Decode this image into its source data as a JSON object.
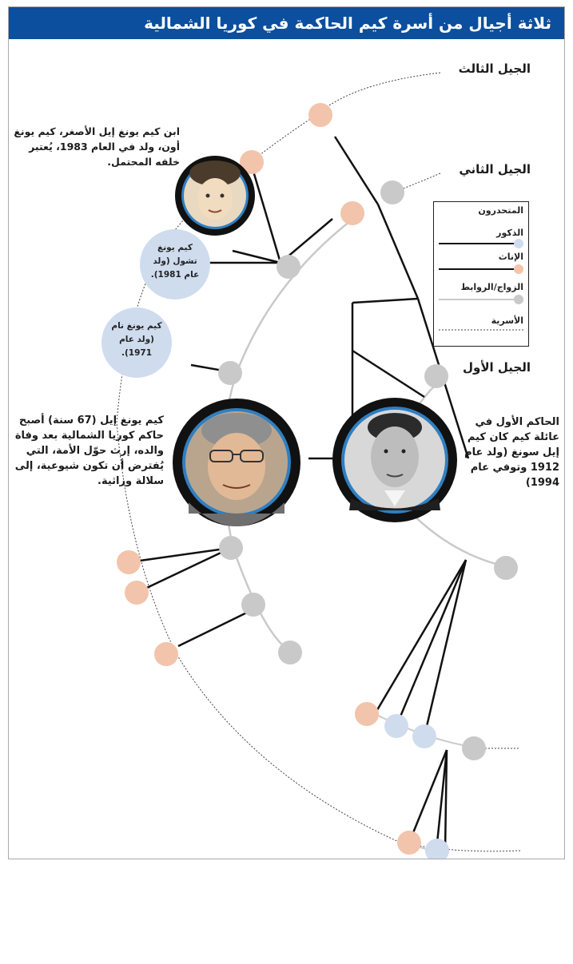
{
  "title": "ثلاثة أجيال من أسرة كيم الحاكمة في كوريا الشمالية",
  "generations": {
    "third": "الجيل الثالث",
    "second": "الجيل الثاني",
    "first": "الجيل الأول"
  },
  "legend": {
    "heading": "المتحدرون",
    "males": "الذكور",
    "females": "الإناث",
    "marriage": "الزواج/الروابط",
    "family": "الأسرية"
  },
  "notes": {
    "kim_jong_un": "ابن كيم يونغ إيل الأصغر، كيم يونغ أون، ولد في العام 1983، يُعتبر خلفه المحتمل.",
    "kim_jong_chol": "كيم يونغ تشول (ولد عام 1981).",
    "kim_jong_nam": "كيم يونغ نام (ولد عام 1971).",
    "kim_jong_il": "كيم يونغ إيل (67 سنة) أصبح حاكم كوريا الشمالية بعد وفاة والده، إرث حوّل الأمة، التي يُفترض أن تكون شيوعية، إلى سلالة وراثية.",
    "kim_il_sung": "الحاكم الأول في عائلة كيم كان كيم إيل سونغ (ولد عام 1912 وتوفي عام 1994)"
  },
  "colors": {
    "title_bg": "#0b4f9e",
    "female": "#f2c4ab",
    "male": "#cfdcee",
    "spouse": "#c9c9c9",
    "portrait_ring": "#111111",
    "portrait_inner_ring": "#2f7fc1"
  }
}
